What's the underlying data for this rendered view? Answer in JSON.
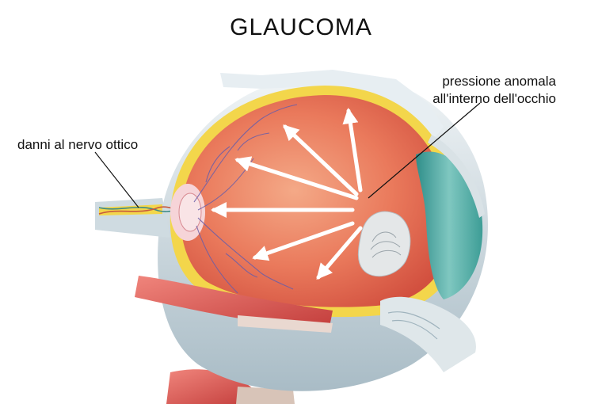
{
  "title": "GLAUCOMA",
  "labels": {
    "optic_nerve_damage": "danni al nervo ottico",
    "pressure_line1": "pressione anomala",
    "pressure_line2": "all'interno dell'occhio"
  },
  "colors": {
    "vitreous": "#e5674a",
    "vitreous_light": "#f2a07f",
    "retina_yellow": "#f3d64b",
    "sclera": "#dbe4e8",
    "sclera_shadow": "#9fb3bd",
    "muscle": "#e05a55",
    "cornea_teal": "#4fa9a3",
    "vessel": "#6a5ea8",
    "arrow": "#ffffff"
  }
}
